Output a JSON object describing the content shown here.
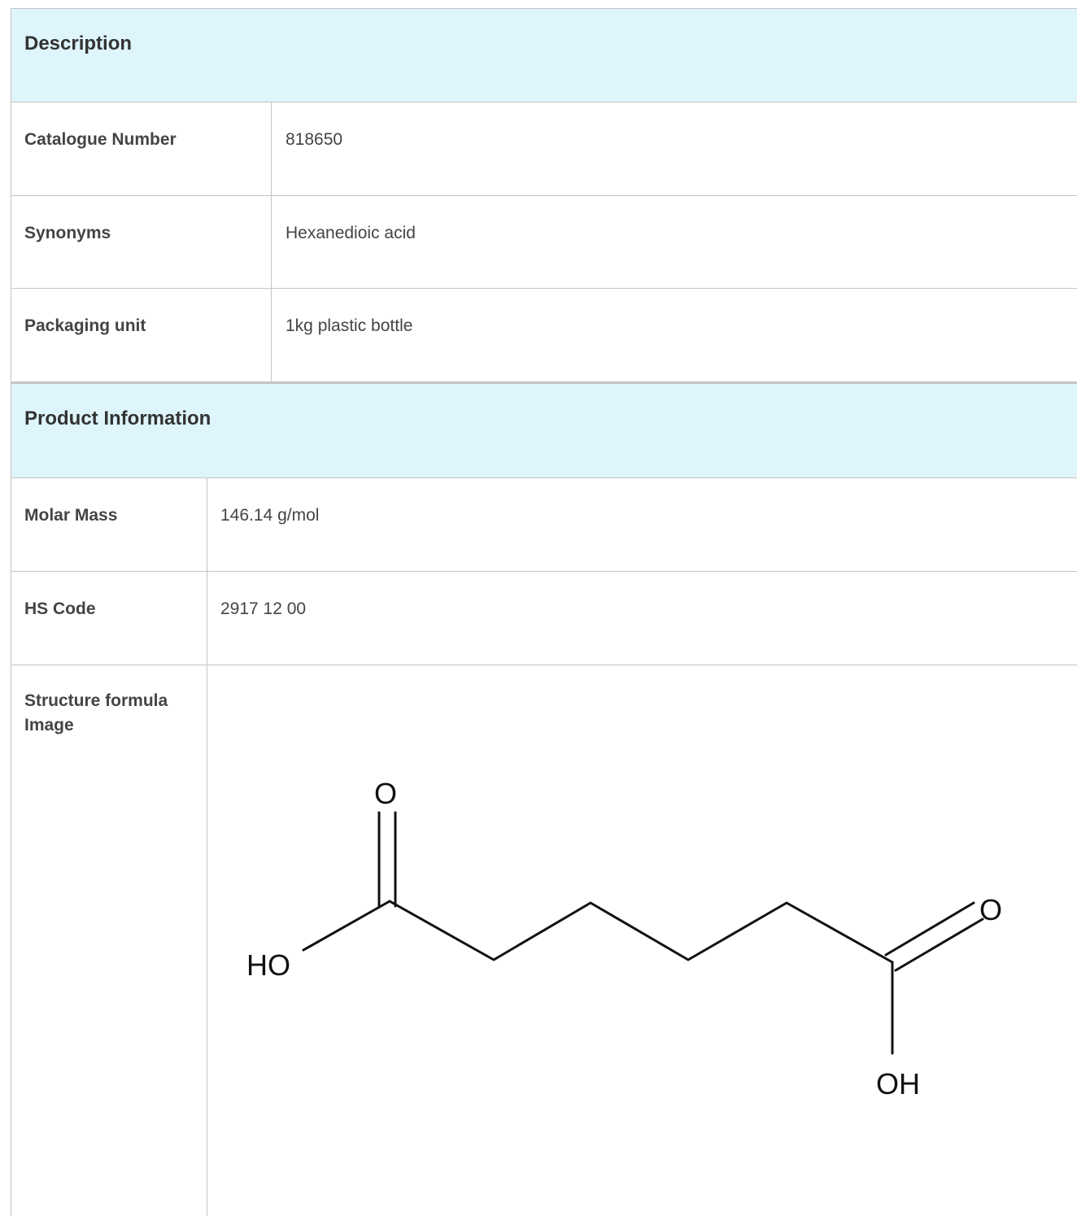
{
  "description": {
    "title": "Description",
    "rows": [
      {
        "label": "Catalogue Number",
        "value": "818650"
      },
      {
        "label": "Synonyms",
        "value": "Hexanedioic acid"
      },
      {
        "label": "Packaging unit",
        "value": "1kg plastic bottle"
      }
    ]
  },
  "product_information": {
    "title": "Product Information",
    "rows": [
      {
        "label": "Molar Mass",
        "value": "146.14 g/mol"
      },
      {
        "label": "HS Code",
        "value": "2917 12 00"
      }
    ],
    "structure": {
      "label": "Structure formula Image",
      "atoms": {
        "ho_left": "HO",
        "o_top": "O",
        "o_right": "O",
        "oh_bottom": "OH"
      }
    }
  }
}
